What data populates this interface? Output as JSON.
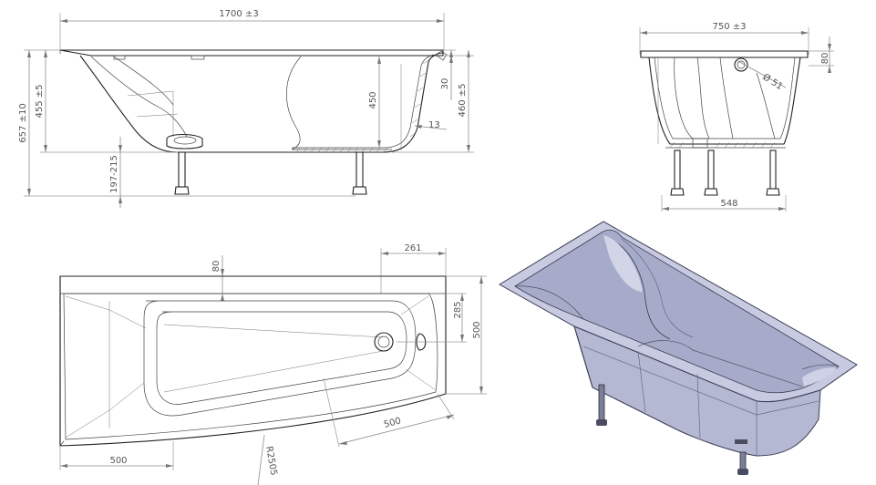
{
  "dimensions": {
    "length": "1700 ±3",
    "width_side": "750 ±3",
    "height_total": "657 ±10",
    "height_455": "455 ±5",
    "height_450": "450",
    "height_460": "460 ±5",
    "rim_30": "30",
    "wall_13": "13",
    "legs": "197-215",
    "rim_80_side": "80",
    "drain": "Ø 51",
    "leg_span": "548",
    "offset_261": "261",
    "plan_80": "80",
    "plan_285": "285",
    "plan_500_right": "500",
    "plan_500_diag": "500",
    "plan_500_bottom": "500",
    "radius": "R2505"
  },
  "colors": {
    "line": "#222222",
    "dimension": "#8c8c8c",
    "render_body": "#b9bdd6",
    "render_inner": "#a3a8c8",
    "render_edge": "#3a3d52"
  }
}
